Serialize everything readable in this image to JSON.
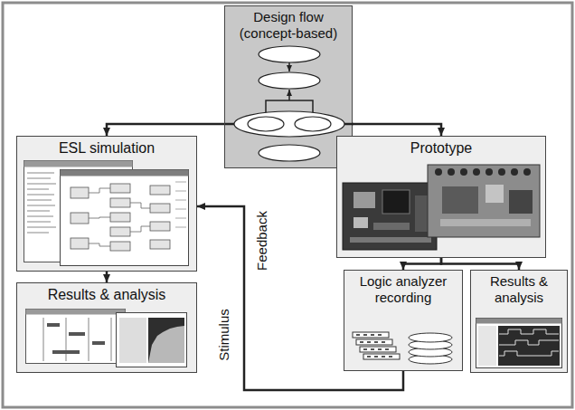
{
  "diagram": {
    "nodes": [
      {
        "text": [
          "Design flow (concept-based)"
        ]
      },
      {
        "text": [
          "ESL simulation"
        ]
      },
      {
        "text": [
          "Results & analysis"
        ]
      },
      {
        "text": [
          "Prototype"
        ]
      },
      {
        "text": [
          "Logic analyzer recording"
        ]
      },
      {
        "text": [
          "Results & analysis"
        ]
      }
    ],
    "edges": [
      {
        "from": 0,
        "to": 1,
        "arrow": "to"
      },
      {
        "from": 0,
        "to": 3,
        "arrow": "to"
      },
      {
        "from": 1,
        "to": 2,
        "arrow": "to"
      },
      {
        "from": 3,
        "to": 4,
        "arrow": "to"
      },
      {
        "from": 3,
        "to": 5,
        "arrow": "to"
      },
      {
        "from": 4,
        "to": 1,
        "label": "Stimulus",
        "arrow": "to"
      }
    ],
    "labels": [
      "Feedback"
    ]
  }
}
